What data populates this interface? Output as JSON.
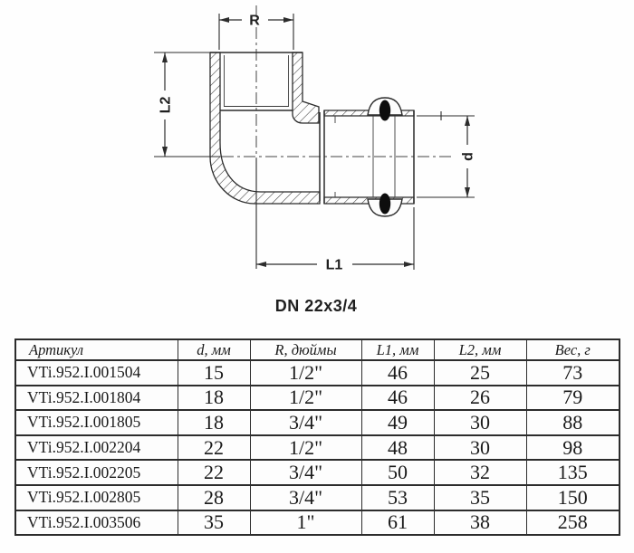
{
  "diagram": {
    "dims": {
      "r": "R",
      "l2": "L2",
      "l1": "L1",
      "d": "d"
    },
    "caption": "DN 22x3/4"
  },
  "table": {
    "headers": [
      "Артикул",
      "d, мм",
      "R, дюймы",
      "L1, мм",
      "L2, мм",
      "Вес, г"
    ],
    "rows": [
      [
        "VTi.952.I.001504",
        "15",
        "1/2\"",
        "46",
        "25",
        "73"
      ],
      [
        "VTi.952.I.001804",
        "18",
        "1/2\"",
        "46",
        "26",
        "79"
      ],
      [
        "VTi.952.I.001805",
        "18",
        "3/4\"",
        "49",
        "30",
        "88"
      ],
      [
        "VTi.952.I.002204",
        "22",
        "1/2\"",
        "48",
        "30",
        "98"
      ],
      [
        "VTi.952.I.002205",
        "22",
        "3/4\"",
        "50",
        "32",
        "135"
      ],
      [
        "VTi.952.I.002805",
        "28",
        "3/4\"",
        "53",
        "35",
        "150"
      ],
      [
        "VTi.952.I.003506",
        "35",
        "1\"",
        "61",
        "38",
        "258"
      ]
    ]
  },
  "colors": {
    "line": "#2c2c2c",
    "text": "#1a1a1a",
    "background": "#fefefe",
    "oring": "#0d0d0d"
  }
}
